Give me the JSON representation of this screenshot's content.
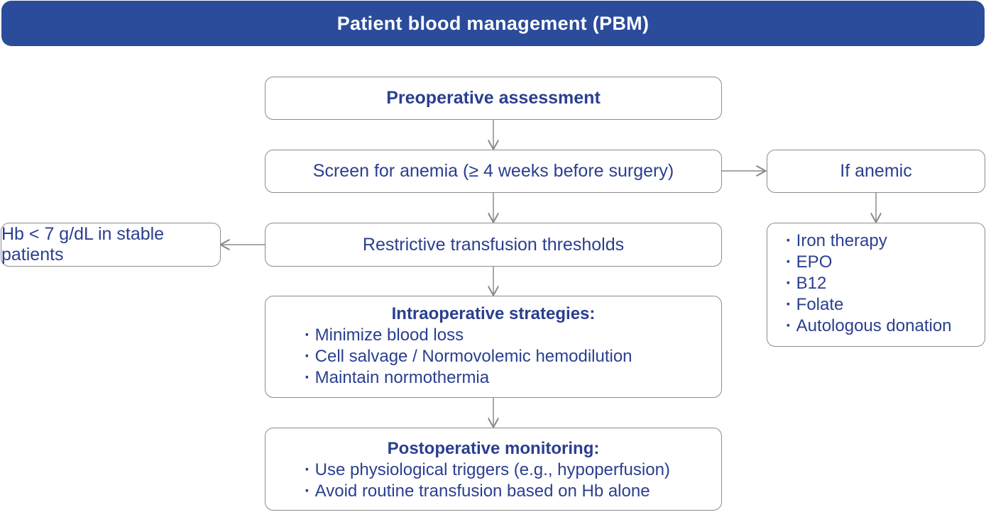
{
  "title": "Patient blood management (PBM)",
  "preop": "Preoperative assessment",
  "screen": "Screen for anemia (≥ 4 weeks before surgery)",
  "if_anemic": "If anemic",
  "anemia_treatments": [
    "Iron therapy",
    "EPO",
    "B12",
    "Folate",
    "Autologous donation"
  ],
  "restrictive": "Restrictive transfusion thresholds",
  "hb_threshold": "Hb < 7 g/dL in stable patients",
  "intraop": {
    "heading": "Intraoperative strategies:",
    "items": [
      "Minimize blood loss",
      "Cell salvage / Normovolemic hemodilution",
      "Maintain normothermia"
    ]
  },
  "postop": {
    "heading": "Postoperative monitoring:",
    "items": [
      "Use physiological triggers (e.g., hypoperfusion)",
      "Avoid routine transfusion based on Hb alone"
    ]
  },
  "colors": {
    "header_bg": "#2b4b9b",
    "text": "#2a3f8f",
    "border": "#8c8c8c",
    "arrow": "#8c8c8c"
  }
}
